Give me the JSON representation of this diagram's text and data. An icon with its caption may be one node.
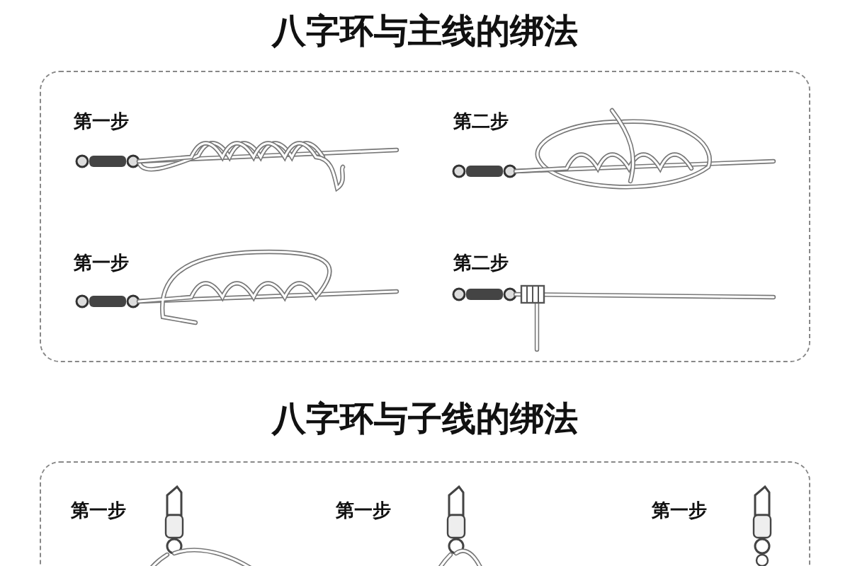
{
  "diagram": {
    "nodes": [
      {
        "text": [
          "八字环与主线的绑法"
        ]
      },
      {
        "text": [
          "八字环与子线的绑法"
        ]
      }
    ],
    "edges": [],
    "labels": [
      "第一步",
      "第二步",
      "第一步",
      "第二步",
      "第一步",
      "第一步",
      "第一步"
    ]
  }
}
